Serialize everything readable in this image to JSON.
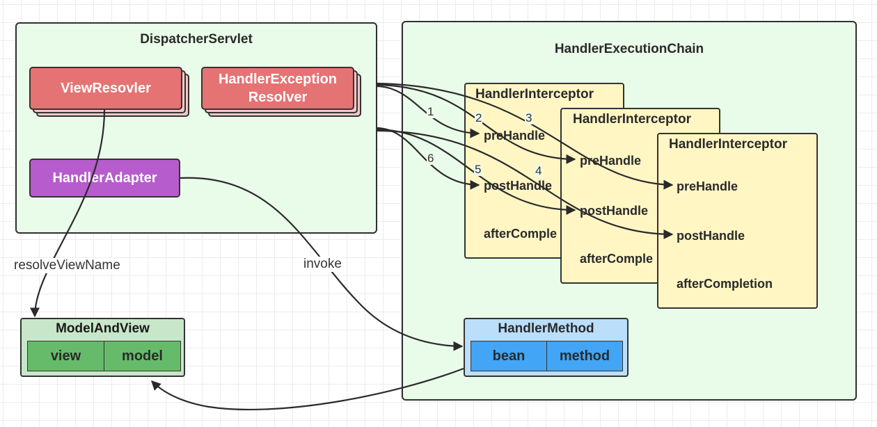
{
  "dispatcher_servlet": {
    "title": "DispatcherServlet",
    "view_resolver": "ViewResovler",
    "exception_resolver_line1": "HandlerException",
    "exception_resolver_line2": "Resolver",
    "handler_adapter": "HandlerAdapter"
  },
  "execution_chain": {
    "title": "HandlerExecutionChain",
    "interceptors": [
      {
        "title": "HandlerInterceptor",
        "pre": "preHandle",
        "post": "postHandle",
        "after": "afterComple"
      },
      {
        "title": "HandlerInterceptor",
        "pre": "preHandle",
        "post": "postHandle",
        "after": "afterComple"
      },
      {
        "title": "HandlerInterceptor",
        "pre": "preHandle",
        "post": "postHandle",
        "after": "afterCompletion"
      }
    ]
  },
  "model_and_view": {
    "title": "ModelAndView",
    "view": "view",
    "model": "model"
  },
  "handler_method": {
    "title": "HandlerMethod",
    "bean": "bean",
    "method": "method"
  },
  "edges": {
    "resolve": "resolveViewName",
    "invoke": "invoke",
    "order": [
      "1",
      "2",
      "3",
      "4",
      "5",
      "6"
    ]
  },
  "colors": {
    "container_bg": "#e9fbe9",
    "resolver_red": "#e57373",
    "adapter_purple": "#b65ccc",
    "interceptor_yellow": "#fff6c4",
    "model_green": "#66bb6a",
    "method_blue": "#42a5f5"
  }
}
